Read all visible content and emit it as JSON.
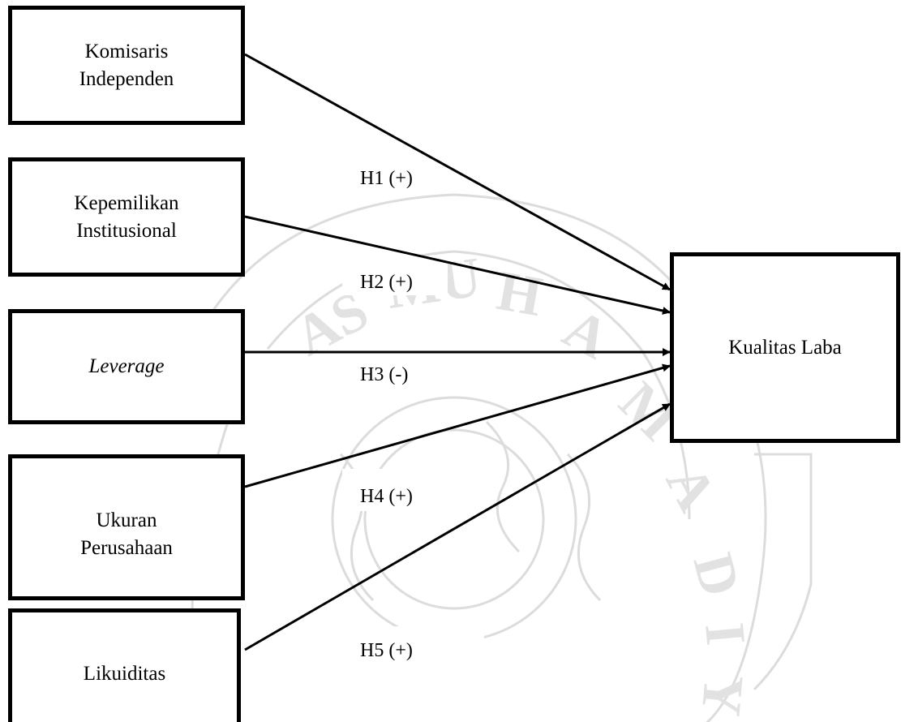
{
  "independent_variables": [
    {
      "id": "komisaris",
      "label_line1": "Komisaris",
      "label_line2": "Independen"
    },
    {
      "id": "kepemilikan",
      "label_line1": "Kepemilikan",
      "label_line2": "Institusional"
    },
    {
      "id": "leverage",
      "label_line1": "Leverage",
      "label_line2": ""
    },
    {
      "id": "ukuran",
      "label_line1": "Ukuran",
      "label_line2": "Perusahaan"
    },
    {
      "id": "likuiditas",
      "label_line1": "Likuiditas",
      "label_line2": ""
    }
  ],
  "dependent_variable": {
    "label": "Kualitas Laba"
  },
  "hypotheses": [
    {
      "label": "H1 (+)"
    },
    {
      "label": "H2 (+)"
    },
    {
      "label": "H3 (-)"
    },
    {
      "label": "H4 (+)"
    },
    {
      "label": "H5 (+)"
    }
  ],
  "colors": {
    "line": "#000000",
    "watermark": "#d9d9d9"
  }
}
